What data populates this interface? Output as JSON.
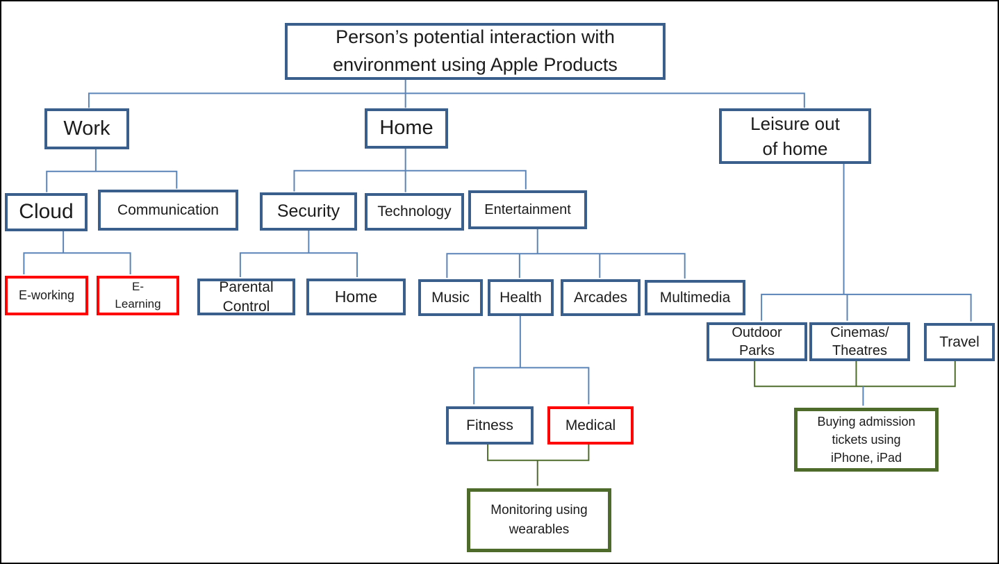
{
  "colors": {
    "box_border_blue": "#3a5f8c",
    "box_border_red": "#fe0000",
    "box_border_olive": "#4e6b2c",
    "connector_blue": "#5b84b8",
    "connector_olive": "#4e6b2c",
    "background": "#ffffff",
    "text": "#1b1b1b"
  },
  "nodes": {
    "root": {
      "label": "Person’s potential interaction with\nenvironment using Apple Products"
    },
    "work": {
      "label": "Work"
    },
    "home": {
      "label": "Home"
    },
    "leisure": {
      "label": "Leisure out\nof home"
    },
    "cloud": {
      "label": "Cloud"
    },
    "communication": {
      "label": "Communication"
    },
    "security": {
      "label": "Security"
    },
    "technology": {
      "label": "Technology"
    },
    "entertainment": {
      "label": "Entertainment"
    },
    "eworking": {
      "label": "E-working"
    },
    "elearning": {
      "label": "E-\nLearning"
    },
    "parental_control": {
      "label": "Parental\nControl"
    },
    "home_child": {
      "label": "Home"
    },
    "music": {
      "label": "Music"
    },
    "health": {
      "label": "Health"
    },
    "arcades": {
      "label": "Arcades"
    },
    "multimedia": {
      "label": "Multimedia"
    },
    "outdoor_parks": {
      "label": "Outdoor\nParks"
    },
    "cinemas_theatres": {
      "label": "Cinemas/\nTheatres"
    },
    "travel": {
      "label": "Travel"
    },
    "fitness": {
      "label": "Fitness"
    },
    "medical": {
      "label": "Medical"
    },
    "monitoring": {
      "label": "Monitoring using\nwearables"
    },
    "buying_tickets": {
      "label": "Buying admission\ntickets using\niPhone, iPad"
    }
  },
  "edges": [
    {
      "from": "root",
      "to": "work"
    },
    {
      "from": "root",
      "to": "home"
    },
    {
      "from": "root",
      "to": "leisure"
    },
    {
      "from": "work",
      "to": "cloud"
    },
    {
      "from": "work",
      "to": "communication"
    },
    {
      "from": "cloud",
      "to": "eworking"
    },
    {
      "from": "cloud",
      "to": "elearning"
    },
    {
      "from": "home",
      "to": "security"
    },
    {
      "from": "home",
      "to": "technology"
    },
    {
      "from": "home",
      "to": "entertainment"
    },
    {
      "from": "security",
      "to": "parental_control"
    },
    {
      "from": "security",
      "to": "home_child"
    },
    {
      "from": "entertainment",
      "to": "music"
    },
    {
      "from": "entertainment",
      "to": "health"
    },
    {
      "from": "entertainment",
      "to": "arcades"
    },
    {
      "from": "entertainment",
      "to": "multimedia"
    },
    {
      "from": "health",
      "to": "fitness"
    },
    {
      "from": "health",
      "to": "medical"
    },
    {
      "from": "fitness",
      "to": "monitoring"
    },
    {
      "from": "medical",
      "to": "monitoring"
    },
    {
      "from": "leisure",
      "to": "outdoor_parks"
    },
    {
      "from": "leisure",
      "to": "cinemas_theatres"
    },
    {
      "from": "leisure",
      "to": "travel"
    },
    {
      "from": "outdoor_parks",
      "to": "buying_tickets"
    },
    {
      "from": "cinemas_theatres",
      "to": "buying_tickets"
    },
    {
      "from": "travel",
      "to": "buying_tickets"
    }
  ]
}
